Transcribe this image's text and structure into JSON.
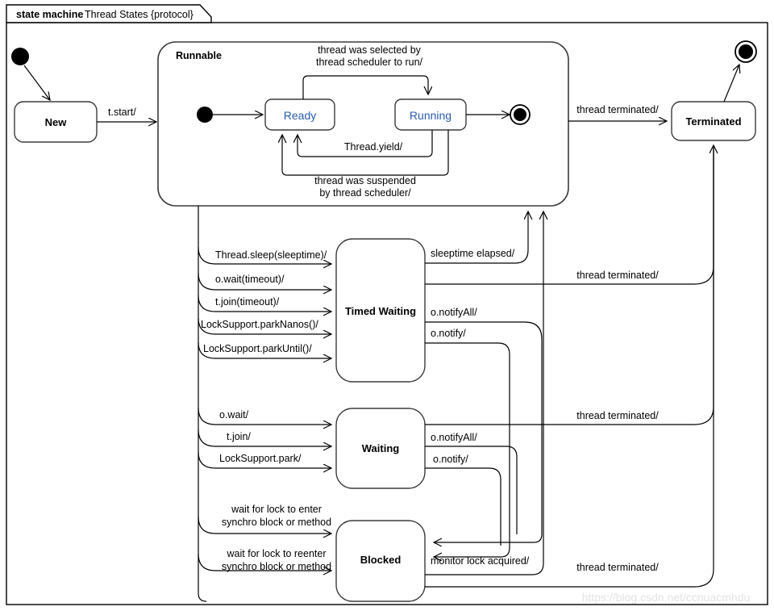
{
  "frame": {
    "header_keyword": "state machine",
    "header_name": "Thread States {protocol}"
  },
  "watermark": "https://blog.csdn.net/ccnuacmhdu",
  "states": {
    "new": "New",
    "runnable": "Runnable",
    "ready": "Ready",
    "running": "Running",
    "terminated": "Terminated",
    "timed_waiting": "Timed Waiting",
    "waiting": "Waiting",
    "blocked": "Blocked"
  },
  "colors": {
    "state_blue": "#2a5caa",
    "line": "#000000",
    "box_stroke": "#3b3b3b",
    "watermark": "#e3e3e3"
  },
  "transitions": {
    "start": "t.start/",
    "selected_by_scheduler_l1": "thread was selected by",
    "selected_by_scheduler_l2": "thread scheduler to run/",
    "thread_yield": "Thread.yield/",
    "suspended_l1": "thread was suspended",
    "suspended_l2": "by thread scheduler/",
    "thread_terminated_top": "thread terminated/",
    "thread_terminated_1": "thread terminated/",
    "thread_terminated_2": "thread terminated/",
    "thread_terminated_3": "thread terminated/",
    "timed_in": [
      "Thread.sleep(sleeptime)/",
      "o.wait(timeout)/",
      "t.join(timeout)/",
      "LockSupport.parkNanos()/",
      "LockSupport.parkUntil()/"
    ],
    "timed_out": [
      "sleeptime elapsed/",
      "o.notifyAll/",
      "o.notify/"
    ],
    "waiting_in": [
      "o.wait/",
      "t.join/",
      "LockSupport.park/"
    ],
    "waiting_out": [
      "o.notifyAll/",
      "o.notify/"
    ],
    "blocked_in_1_l1": "wait for lock to enter",
    "blocked_in_1_l2": "synchro block or method",
    "blocked_in_2_l1": "wait for lock to reenter",
    "blocked_in_2_l2": "synchro block or method",
    "blocked_out": "monitor lock acquired/"
  }
}
